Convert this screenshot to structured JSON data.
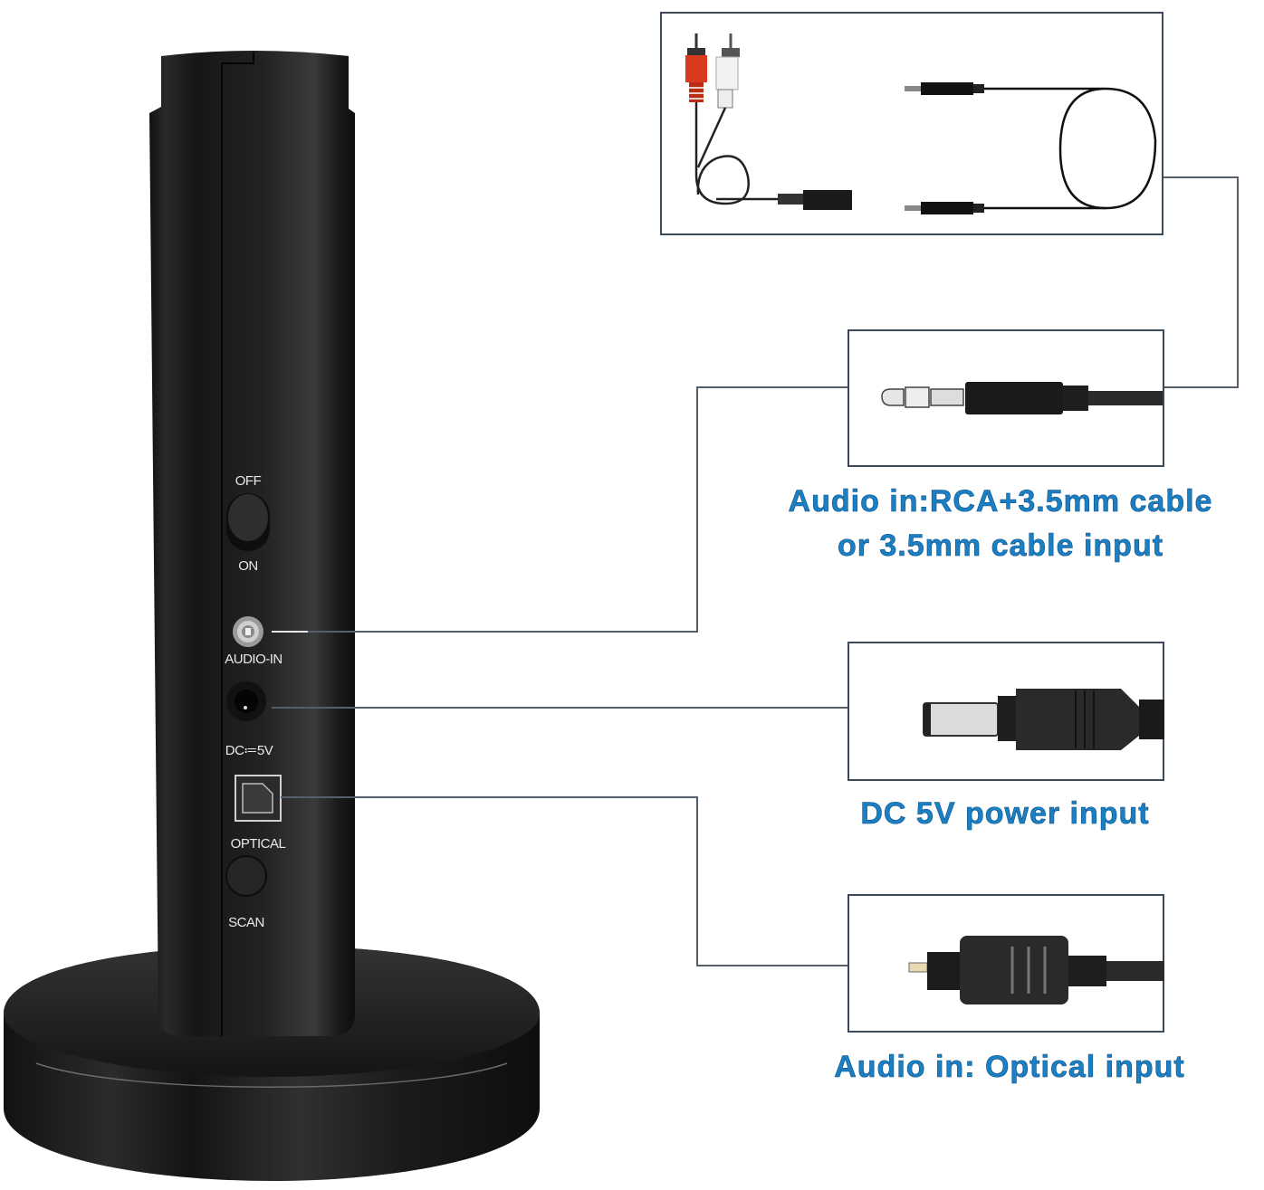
{
  "device": {
    "name": "wireless-headphone-transmitter-base",
    "labels": {
      "switch_off": "OFF",
      "switch_on": "ON",
      "audio_in": "AUDIO-IN",
      "dc": "DC≔5V",
      "optical": "OPTICAL",
      "scan": "SCAN"
    }
  },
  "panels": {
    "cables": {
      "icons": [
        "rca-to-3.5mm-adapter-icon",
        "3.5mm-aux-cable-icon"
      ],
      "colors": {
        "rca_red": "#d93a1e",
        "rca_white": "#f2f2f2"
      }
    },
    "aux_plug": {
      "icon": "3.5mm-plug-icon"
    },
    "dc_plug": {
      "icon": "dc-barrel-plug-icon"
    },
    "optical_plug": {
      "icon": "toslink-plug-icon"
    }
  },
  "callouts": {
    "audio_in_line1": "Audio in:RCA+3.5mm cable",
    "audio_in_line2": "or 3.5mm cable input",
    "dc_power": "DC 5V power input",
    "optical": "Audio in: Optical input"
  },
  "colors": {
    "callout_text": "#1b7fc4",
    "device_body": "#1c1c1c",
    "leader_line": "#555f6a",
    "panel_border": "#3a4a5a"
  }
}
